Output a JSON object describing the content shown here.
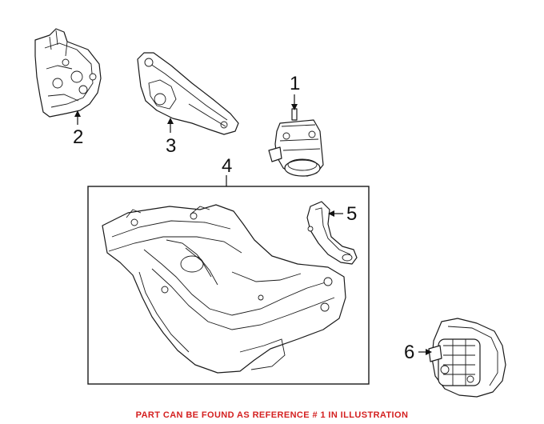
{
  "callouts": {
    "c1": "1",
    "c2": "2",
    "c3": "3",
    "c4": "4",
    "c5": "5",
    "c6": "6"
  },
  "footer": {
    "text": "PART CAN BE FOUND AS REFERENCE # 1 IN ILLUSTRATION",
    "color": "#d42020"
  },
  "parts": [
    {
      "ref": "1",
      "icon": "engine-mount-icon"
    },
    {
      "ref": "2",
      "icon": "mount-bracket-icon"
    },
    {
      "ref": "3",
      "icon": "bracket-arm-icon"
    },
    {
      "ref": "4",
      "icon": "subframe-crossmember-icon"
    },
    {
      "ref": "5",
      "icon": "heat-shield-icon"
    },
    {
      "ref": "6",
      "icon": "transmission-mount-icon"
    }
  ]
}
